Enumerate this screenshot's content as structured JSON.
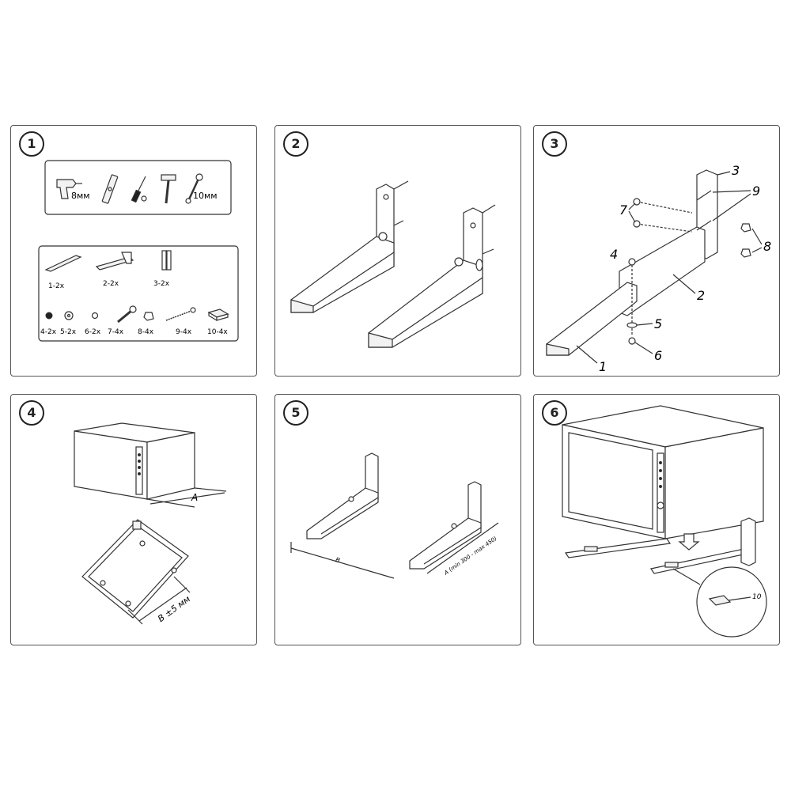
{
  "steps": [
    {
      "number": "1"
    },
    {
      "number": "2"
    },
    {
      "number": "3"
    },
    {
      "number": "4"
    },
    {
      "number": "5"
    },
    {
      "number": "6"
    }
  ],
  "tools": {
    "drill_size": "8мм",
    "wrench_size": "10мм",
    "icons": [
      "drill-icon",
      "level-icon",
      "screwdriver-icon",
      "hammer-icon",
      "wrench-icon"
    ]
  },
  "parts": [
    {
      "label": "1-2x"
    },
    {
      "label": "2-2x"
    },
    {
      "label": "3-2x"
    },
    {
      "label": "4-2x"
    },
    {
      "label": "5-2x"
    },
    {
      "label": "6-2x"
    },
    {
      "label": "7-4x"
    },
    {
      "label": "8-4x"
    },
    {
      "label": "9-4x"
    },
    {
      "label": "10-4x"
    }
  ],
  "step3_callouts": [
    "1",
    "2",
    "3",
    "4",
    "5",
    "6",
    "7",
    "8",
    "9"
  ],
  "step4": {
    "dim_a": "A",
    "dim_b": "B ±5 мм"
  },
  "step5": {
    "dim_b": "B",
    "dim_a": "A (min 300 - max 450)"
  },
  "step6": {
    "callout": "10"
  }
}
